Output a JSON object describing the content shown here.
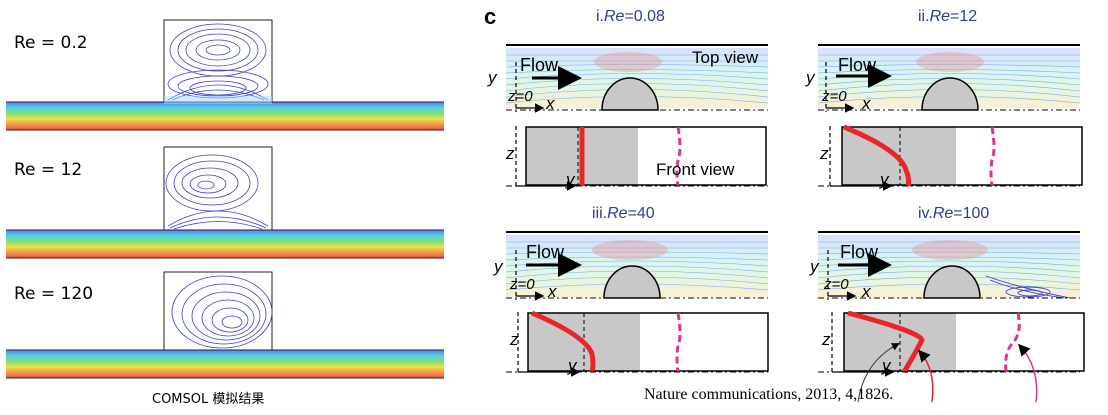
{
  "left": {
    "sim1_label": "Re = 0.2",
    "sim2_label": "Re = 12",
    "sim3_label": "Re = 120",
    "caption": "COMSOL 模拟结果"
  },
  "right": {
    "panel_letter": "c",
    "titles": {
      "i_prefix": "i.",
      "i_var": "Re",
      "i_value": "=0.08",
      "ii_prefix": "ii.",
      "ii_var": "Re",
      "ii_value": "=12",
      "iii_prefix": "iii.",
      "iii_var": "Re",
      "iii_value": "=40",
      "iv_prefix": "iv.",
      "iv_var": "Re",
      "iv_value": "=100"
    },
    "flow_label": "Flow",
    "top_view": "Top view",
    "front_view": "Front view",
    "axis_y": "y",
    "axis_z": "z",
    "axis_x": "x",
    "axis_z0": "z=0",
    "citation": "Nature communications, 2013, 4,1826."
  },
  "colors": {
    "streamline_blue": "#3b3fd0",
    "profile_red": "#e8262a",
    "profile_magenta": "#e0338f",
    "title_blue": "#2a3b9a",
    "gray_region": "#c8c8c8"
  }
}
